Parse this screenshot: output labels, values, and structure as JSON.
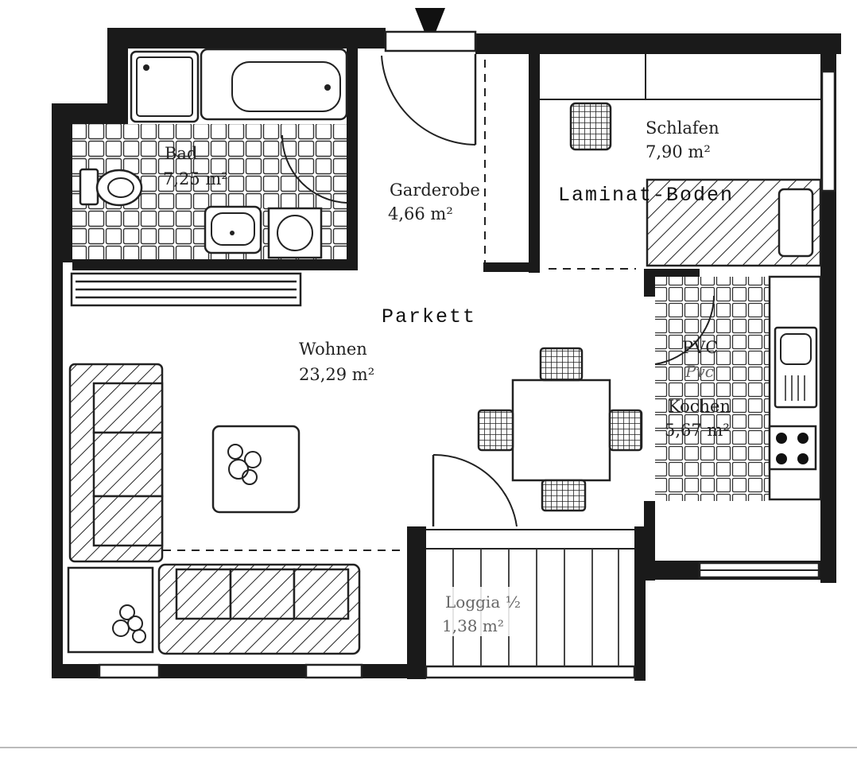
{
  "rooms": {
    "bad": {
      "name": "Bad",
      "area": "7,25 m²"
    },
    "garderobe": {
      "name": "Garderobe",
      "area": "4,66 m²"
    },
    "schlafen": {
      "name": "Schlafen",
      "area": "7,90 m²"
    },
    "wohnen": {
      "name": "Wohnen",
      "area": "23,29 m²"
    },
    "kochen": {
      "name": "Kochen",
      "area": "5,67 m²"
    },
    "loggia": {
      "name": "Loggia ½",
      "area": "1,38 m²"
    }
  },
  "floors": {
    "laminat": "Laminat-Boden",
    "parkett": "Parkett",
    "pvc": "PVC",
    "pvc_handwritten": "Pvc"
  },
  "colors": {
    "wall": "#1a1a1a",
    "line": "#222222"
  }
}
